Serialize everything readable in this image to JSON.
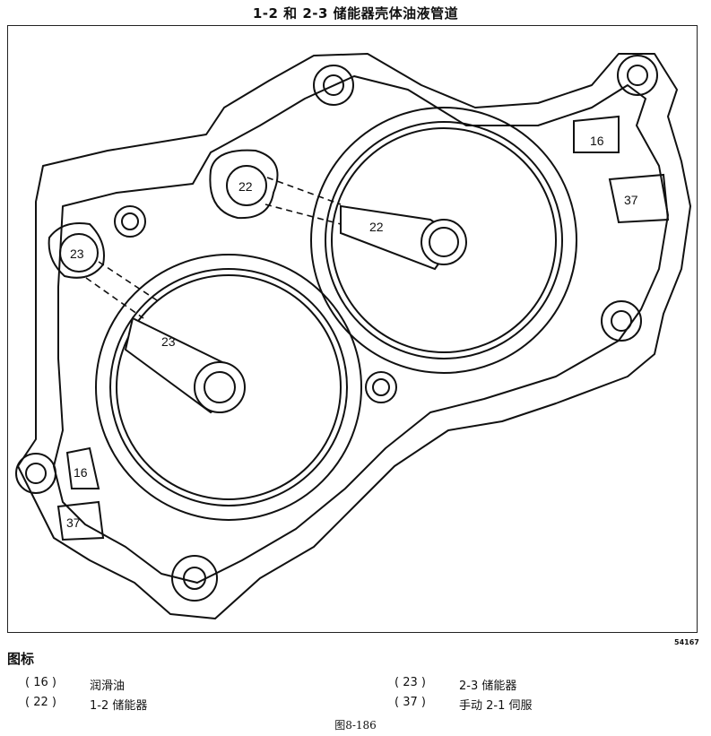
{
  "title": "1-2 和 2-3 储能器壳体油液管道",
  "figure_id": "54167",
  "diagram_labels": {
    "lube_top": "16",
    "servo_top": "37",
    "acc12_port": "22",
    "acc12_bore": "22",
    "acc23_port": "23",
    "acc23_bore": "23",
    "lube_bottom": "16",
    "servo_bottom": "37"
  },
  "legend": {
    "heading": "图标",
    "items": [
      {
        "num": "( 16 )",
        "text": "润滑油"
      },
      {
        "num": "( 22 )",
        "text": "1-2 储能器"
      },
      {
        "num": "( 23 )",
        "text": "2-3 储能器"
      },
      {
        "num": "( 37 )",
        "text": "手动 2-1 伺服"
      }
    ]
  },
  "caption": "图8-186"
}
